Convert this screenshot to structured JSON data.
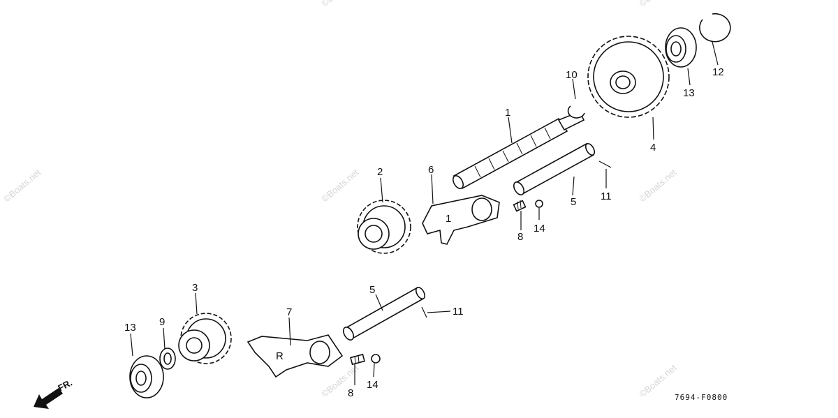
{
  "watermark": "©Boats.net",
  "diagram_code": "7694-F0800",
  "front_arrow_label": "FR.",
  "callouts": {
    "c1": "1",
    "c2": "2",
    "c3": "3",
    "c4": "4",
    "c5a": "5",
    "c5b": "5",
    "c6": "6",
    "c7": "7",
    "c8a": "8",
    "c8b": "8",
    "c9": "9",
    "c10": "10",
    "c11a": "11",
    "c11b": "11",
    "c12": "12",
    "c13a": "13",
    "c13b": "13",
    "c14a": "14",
    "c14b": "14"
  },
  "fork_marks": {
    "fork6": "1",
    "fork7": "R"
  }
}
